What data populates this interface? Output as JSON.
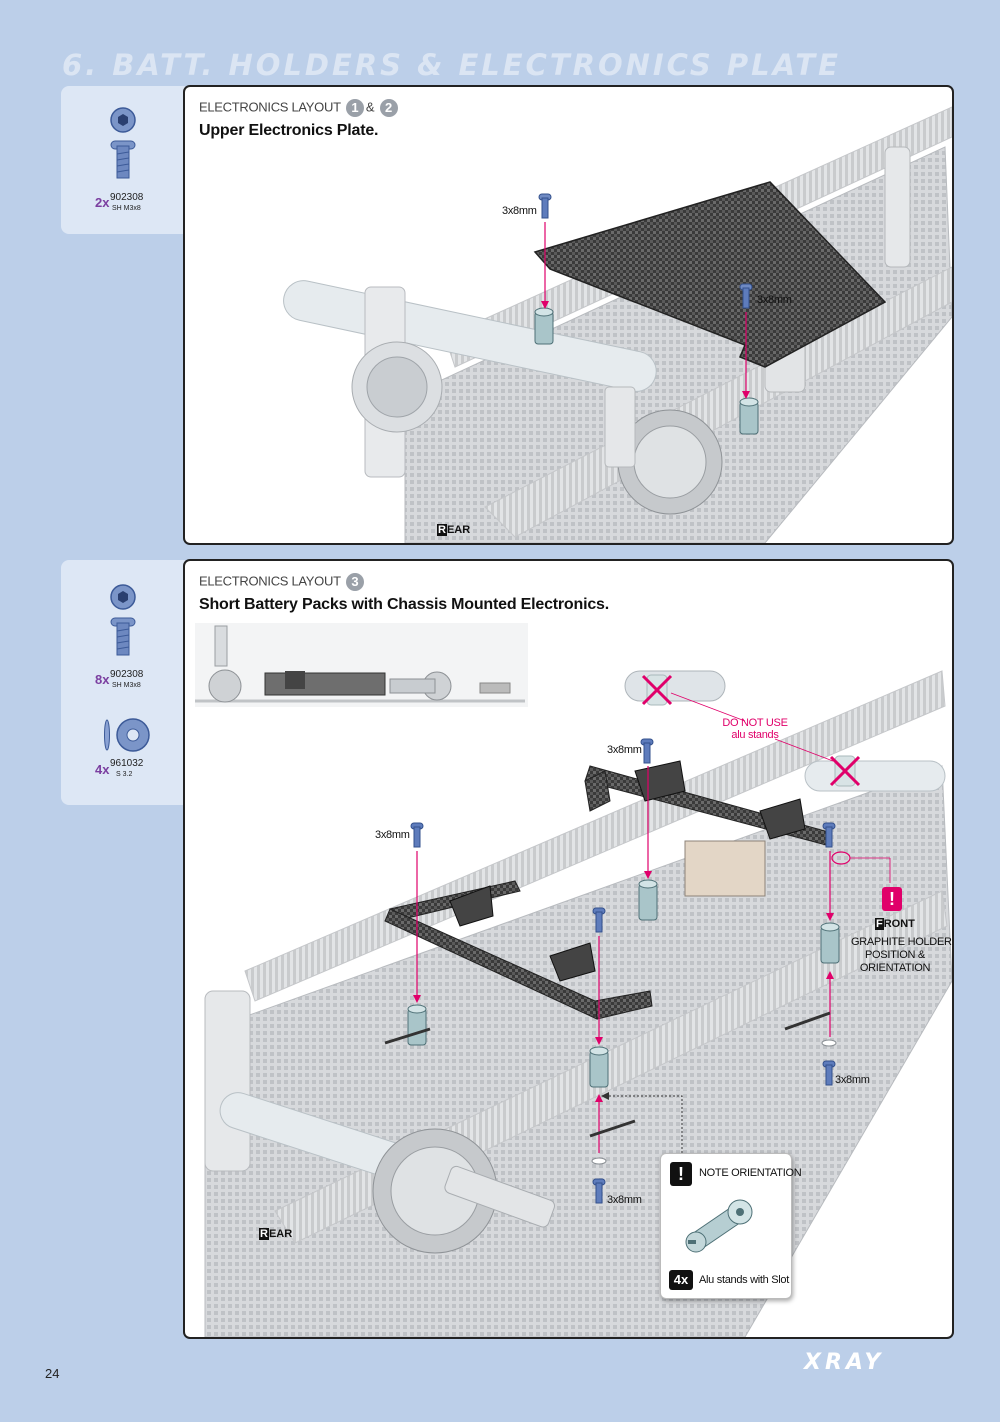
{
  "page": {
    "title": "6. BATT. HOLDERS & ELECTRONICS PLATE",
    "page_number": "24",
    "logo_text": "XRAY"
  },
  "section1": {
    "parts": [
      {
        "qty": "2x",
        "code": "902308",
        "desc": "SH M3x8",
        "icon": "screw-icon"
      }
    ],
    "header_prefix": "ELECTRONICS LAYOUT",
    "badge1": "1",
    "amp": "&",
    "badge2": "2",
    "heading": "Upper Electronics Plate.",
    "labels": {
      "screw_left": "3x8mm",
      "screw_right": "3x8mm"
    },
    "rear_letter": "R",
    "rear_rest": "EAR"
  },
  "section2": {
    "parts": [
      {
        "qty": "8x",
        "code": "902308",
        "desc": "SH M3x8",
        "icon": "screw-icon"
      },
      {
        "qty": "4x",
        "code": "961032",
        "desc": "S 3.2",
        "icon": "washer-icon"
      }
    ],
    "header_prefix": "ELECTRONICS LAYOUT",
    "badge": "3",
    "heading": "Short Battery Packs with Chassis Mounted Electronics.",
    "labels": {
      "screw_a": "3x8mm",
      "screw_b": "3x8mm",
      "screw_c": "3x8mm",
      "screw_d": "3x8mm"
    },
    "do_not_use_line1": "DO NOT USE",
    "do_not_use_line2": "alu stands",
    "front_letter": "F",
    "front_rest": "RONT",
    "graphite_line1": "GRAPHITE HOLDER",
    "graphite_line2": "POSITION &",
    "graphite_line3": "ORIENTATION",
    "note_icon": "!",
    "note_title": "NOTE ORIENTATION",
    "note_qty": "4x",
    "note_desc": "Alu stands with Slot",
    "rear_letter": "R",
    "rear_rest": "EAR"
  },
  "colors": {
    "accent": "#e0006a",
    "qty": "#7b3fa0",
    "background": "#bccfe9",
    "panel": "#dde7f5"
  }
}
